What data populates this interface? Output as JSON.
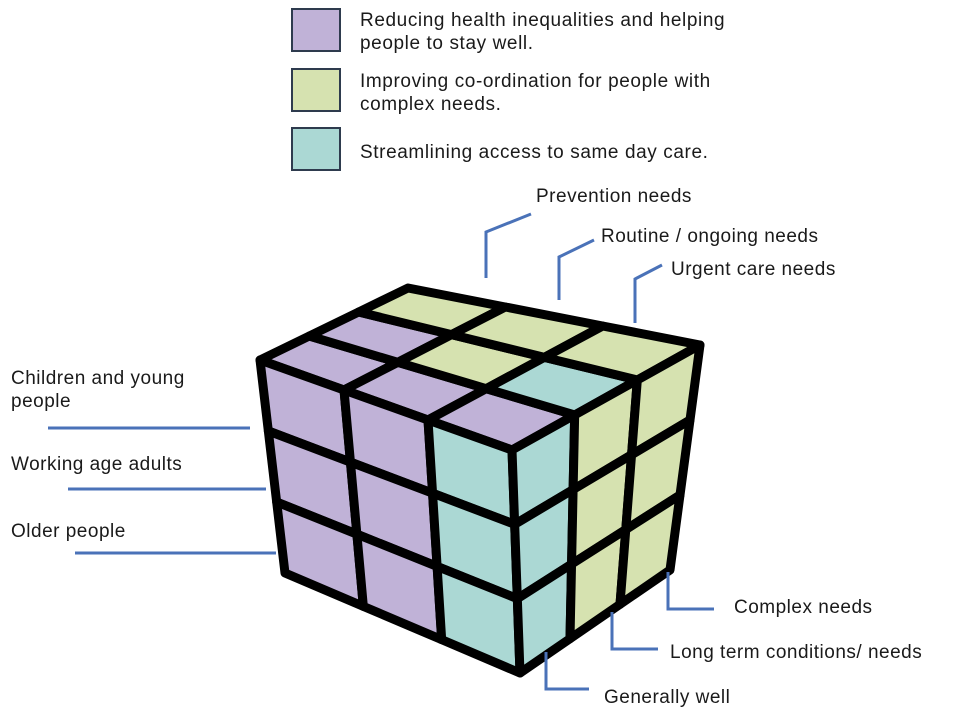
{
  "colors": {
    "purple": "#c0b2d7",
    "green": "#d6e2b0",
    "teal": "#abd8d4",
    "leader": "#4a72b8",
    "outline": "#000000"
  },
  "legend": [
    {
      "color": "purple",
      "text": "Reducing health inequalities and helping\npeople to stay well."
    },
    {
      "color": "green",
      "text": "Improving co-ordination for people with\ncomplex needs."
    },
    {
      "color": "teal",
      "text": "Streamlining access to same day care."
    }
  ],
  "top_labels": [
    "Prevention needs",
    "Routine / ongoing needs",
    "Urgent care needs"
  ],
  "left_labels": [
    "Children and young\npeople",
    "Working age adults",
    "Older people"
  ],
  "right_labels": [
    "Complex needs",
    "Long term conditions/ needs",
    "Generally well"
  ],
  "cube": {
    "top_face_colors": [
      [
        "purple",
        "green",
        "green"
      ],
      [
        "purple",
        "purple",
        "green"
      ],
      [
        "purple",
        "purple",
        "teal"
      ]
    ],
    "left_face_colors": [
      [
        "purple",
        "purple",
        "teal"
      ],
      [
        "purple",
        "purple",
        "teal"
      ],
      [
        "purple",
        "purple",
        "teal"
      ]
    ],
    "right_face_colors": [
      [
        "teal",
        "green",
        "green"
      ],
      [
        "teal",
        "green",
        "green"
      ],
      [
        "teal",
        "green",
        "green"
      ]
    ]
  }
}
